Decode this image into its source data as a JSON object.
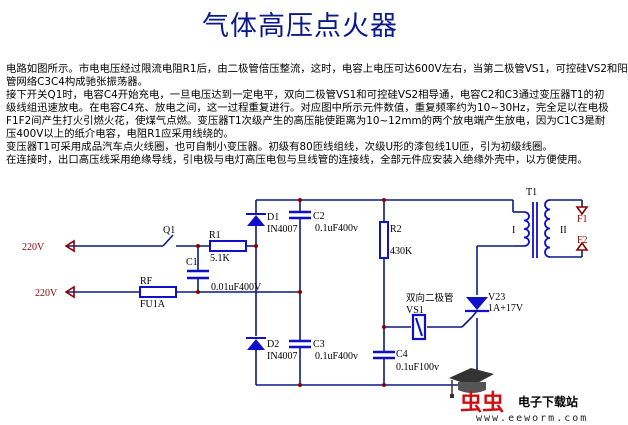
{
  "title": "气体高压点火器",
  "description_lines": [
    "电路如图所示。市电电压经过限流电阻R1后，由二极管倍压整流，这时，电容上电压可达600V左右，当第二极管VS1，可控硅VS2和阳",
    "管网络C3C4构成驰张振荡器。",
    "接下开关Q1时，电容C4开始充电，一旦电压达到一定电平，双向二极管VS1和可控硅VS2相导通，电容C2和C3通过变压器T1的初",
    "级线组迅速放电。在电容C4充、放电之间，这一过程重复进行。对应图中所示元件数值，重复频率约为10~30Hz，完全足以在电极",
    "F1F2间产生打火引燃火花，使煤气点燃。变压器T1次级产生的高压能使距离为10~12mm的两个放电端产生放电，因为C1C3是耐",
    "压400V以上的纸介电容，电阻R1应采用线绕的。",
    "变压器T1可采用成品汽车点火线圈，也可自制小变压器。初级有80匝线组线，次级U形的漆包线1U匝，引为初级线圈。",
    "在连接时，出口高压线采用绝缘导线，引电极与电灯高压电包与旦线管的连接线，全部元件应安装入绝缘外壳中，以方便使用。"
  ],
  "circuit": {
    "components": {
      "Q1": {
        "ref": "Q1",
        "type": "switch"
      },
      "R1": {
        "ref": "R1",
        "value": "5.1K"
      },
      "C1": {
        "ref": "C1",
        "value": "0.01uF400V"
      },
      "RF": {
        "ref": "RF",
        "value": "FU1A"
      },
      "D1": {
        "ref": "D1",
        "value": "IN4007"
      },
      "D2": {
        "ref": "D2",
        "value": "IN4007"
      },
      "C2": {
        "ref": "C2",
        "value": "0.1uF400v"
      },
      "C3": {
        "ref": "C3",
        "value": "0.1uF400v"
      },
      "R2": {
        "ref": "R2",
        "value": "430K"
      },
      "C4": {
        "ref": "C4",
        "value": "0.1uF100v"
      },
      "VS1": {
        "ref": "VS1",
        "note": "双向二极管"
      },
      "V23": {
        "ref": "V23",
        "value": "1A+17V"
      },
      "T1": {
        "ref": "T1",
        "primary": "I",
        "secondary": "II"
      },
      "F1": {
        "ref": "F1"
      },
      "F2": {
        "ref": "F2"
      }
    },
    "inputs": [
      {
        "label": "220V",
        "id": "input-top"
      },
      {
        "label": "220V",
        "id": "input-bottom"
      }
    ],
    "colors": {
      "wire": "#0a1a80",
      "component": "#1010c8",
      "junction": "#8b0000",
      "terminal": "#8b0000"
    }
  },
  "watermark": {
    "brand_cn": "电子下载站",
    "url": "www.eeworm.com",
    "logo_glyph": "虫虫",
    "brand_color": "#d01010"
  }
}
